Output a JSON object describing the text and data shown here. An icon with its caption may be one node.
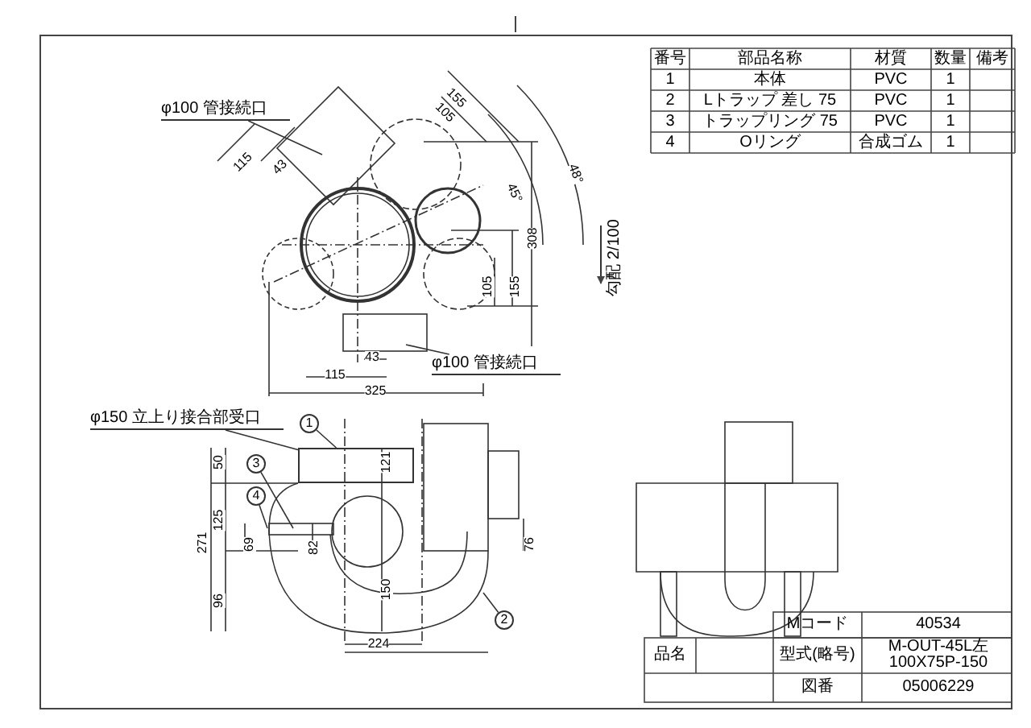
{
  "diagram": {
    "nodes": [
      {
        "text": [
          "φ100 管接続口"
        ]
      },
      {
        "text": [
          "φ100 管接続口"
        ]
      },
      {
        "text": [
          "φ150 立上り接合部受口"
        ]
      },
      {
        "text": [
          "1"
        ]
      },
      {
        "text": [
          "3"
        ]
      },
      {
        "text": [
          "4"
        ]
      },
      {
        "text": [
          "2"
        ]
      },
      {
        "text": [],
        "shape": "box"
      }
    ],
    "edges": [
      {
        "from": 0,
        "to": null,
        "arrow": "none"
      },
      {
        "from": 1,
        "to": null,
        "arrow": "none"
      },
      {
        "from": 2,
        "to": 7,
        "arrow": "none"
      },
      {
        "from": 3,
        "to": 7,
        "arrow": "none"
      },
      {
        "from": 4,
        "to": null,
        "arrow": "none"
      },
      {
        "from": 5,
        "to": null,
        "arrow": "none"
      },
      {
        "from": 6,
        "to": null,
        "arrow": "none"
      }
    ],
    "labels": [
      "155",
      "105",
      "115",
      "43",
      "45°",
      "48°",
      "308",
      "105",
      "155",
      "43",
      "115",
      "325",
      "勾配 2/100",
      "50",
      "125",
      "121",
      "69",
      "82",
      "271",
      "96",
      "150",
      "76",
      "224",
      "番号",
      "部品名称",
      "材質",
      "数量",
      "備考",
      "1",
      "本体",
      "PVC",
      "1",
      "2",
      "Lトラップ 差し 75",
      "PVC",
      "1",
      "3",
      "トラップリング 75",
      "PVC",
      "1",
      "4",
      "Oリング",
      "合成ゴム",
      "1",
      "Mコード",
      "40534",
      "品名",
      "型式(略号)",
      "M-OUT-45L左 100X75P-150",
      "図番",
      "05006229"
    ]
  }
}
